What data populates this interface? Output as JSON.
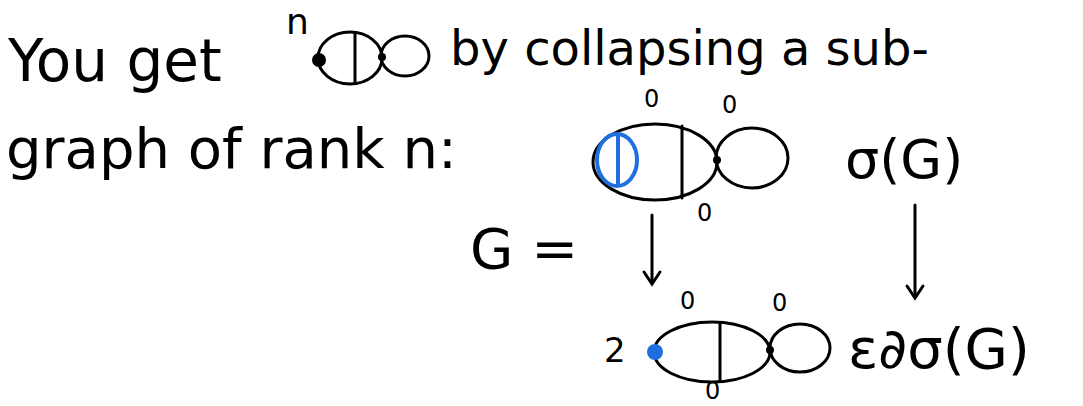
{
  "diagram": {
    "labels": [
      "You get",
      "n",
      "by collapsing a sub-",
      "graph of rank n:",
      "0",
      "0",
      "σ(G)",
      "G =",
      "0",
      "0",
      "0",
      "2",
      "0",
      "ε∂σ(G)"
    ]
  }
}
